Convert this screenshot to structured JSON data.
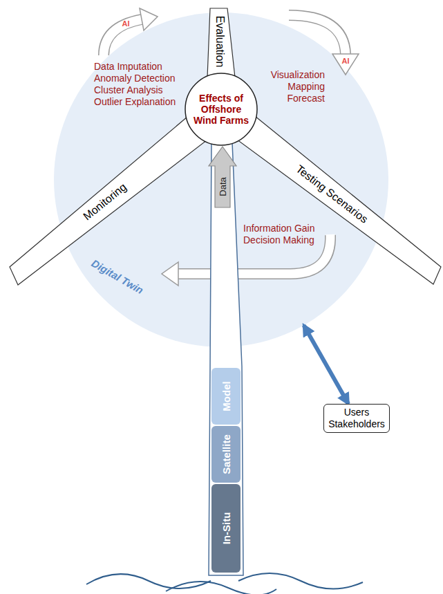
{
  "diagram": {
    "nodes": [
      {
        "text": [
          "Digital Twin"
        ]
      },
      {
        "text": [
          "Effects of Offshore Wind Farms"
        ],
        "in": 0
      },
      {
        "text": [
          "Evaluation"
        ]
      },
      {
        "text": [
          "Monitoring"
        ]
      },
      {
        "text": [
          "Testing Scenarios"
        ]
      },
      {
        "text": [
          "Data"
        ]
      },
      {
        "text": [
          "Model"
        ]
      },
      {
        "text": [
          "Satellite"
        ]
      },
      {
        "text": [
          "In-Situ"
        ]
      },
      {
        "text": [
          "Users Stakeholders"
        ]
      }
    ],
    "edges": [
      {
        "from": 9,
        "to": 0,
        "arrow": "both"
      }
    ],
    "labels": [
      "AI",
      "Data Imputation",
      "Anomaly Detection",
      "Cluster Analysis",
      "Outlier Explanation",
      "Visualization",
      "Mapping",
      "Forecast",
      "AI",
      "Information Gain",
      "Decision Making"
    ]
  }
}
